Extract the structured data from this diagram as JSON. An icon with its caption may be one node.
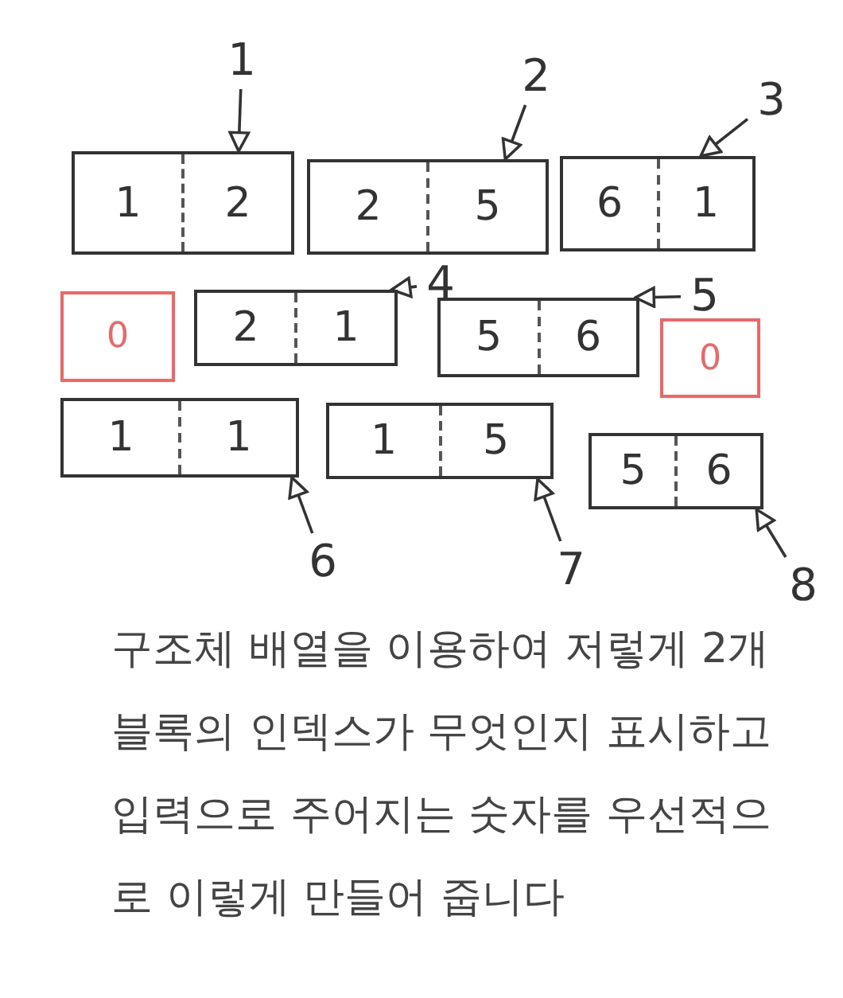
{
  "diagram": {
    "nodes": [
      {
        "text": [
          "1"
        ]
      },
      {
        "text": [
          "2"
        ]
      },
      {
        "text": [
          "3"
        ]
      },
      {
        "text": [
          "1",
          "2"
        ]
      },
      {
        "text": [
          "2",
          "5"
        ]
      },
      {
        "text": [
          "6",
          "1"
        ]
      },
      {
        "text": [
          "0"
        ]
      },
      {
        "text": [
          "2",
          "1"
        ]
      },
      {
        "text": [
          "4"
        ]
      },
      {
        "text": [
          "5",
          "6"
        ]
      },
      {
        "text": [
          "5"
        ]
      },
      {
        "text": [
          "0"
        ]
      },
      {
        "text": [
          "1",
          "1"
        ]
      },
      {
        "text": [
          "1",
          "5"
        ]
      },
      {
        "text": [
          "5",
          "6"
        ]
      },
      {
        "text": [
          "6"
        ]
      },
      {
        "text": [
          "7"
        ]
      },
      {
        "text": [
          "8"
        ]
      }
    ],
    "edges": [
      {
        "from": 0,
        "to": 3,
        "arrow": "to"
      },
      {
        "from": 1,
        "to": 4,
        "arrow": "to"
      },
      {
        "from": 2,
        "to": 5,
        "arrow": "to"
      },
      {
        "from": 8,
        "to": 7,
        "arrow": "to"
      },
      {
        "from": 10,
        "to": 9,
        "arrow": "to"
      },
      {
        "from": 15,
        "to": 12,
        "arrow": "to"
      },
      {
        "from": 16,
        "to": 13,
        "arrow": "to"
      },
      {
        "from": 17,
        "to": 14,
        "arrow": "to"
      }
    ],
    "labels": [
      "구조체 배열을 이용하여 저렇게 2개블록의 인덱스가 무엇인지 표시하고 입력으로 주어지는 숫자를 우선적으로 이렇게 만들어 줍니다"
    ]
  }
}
